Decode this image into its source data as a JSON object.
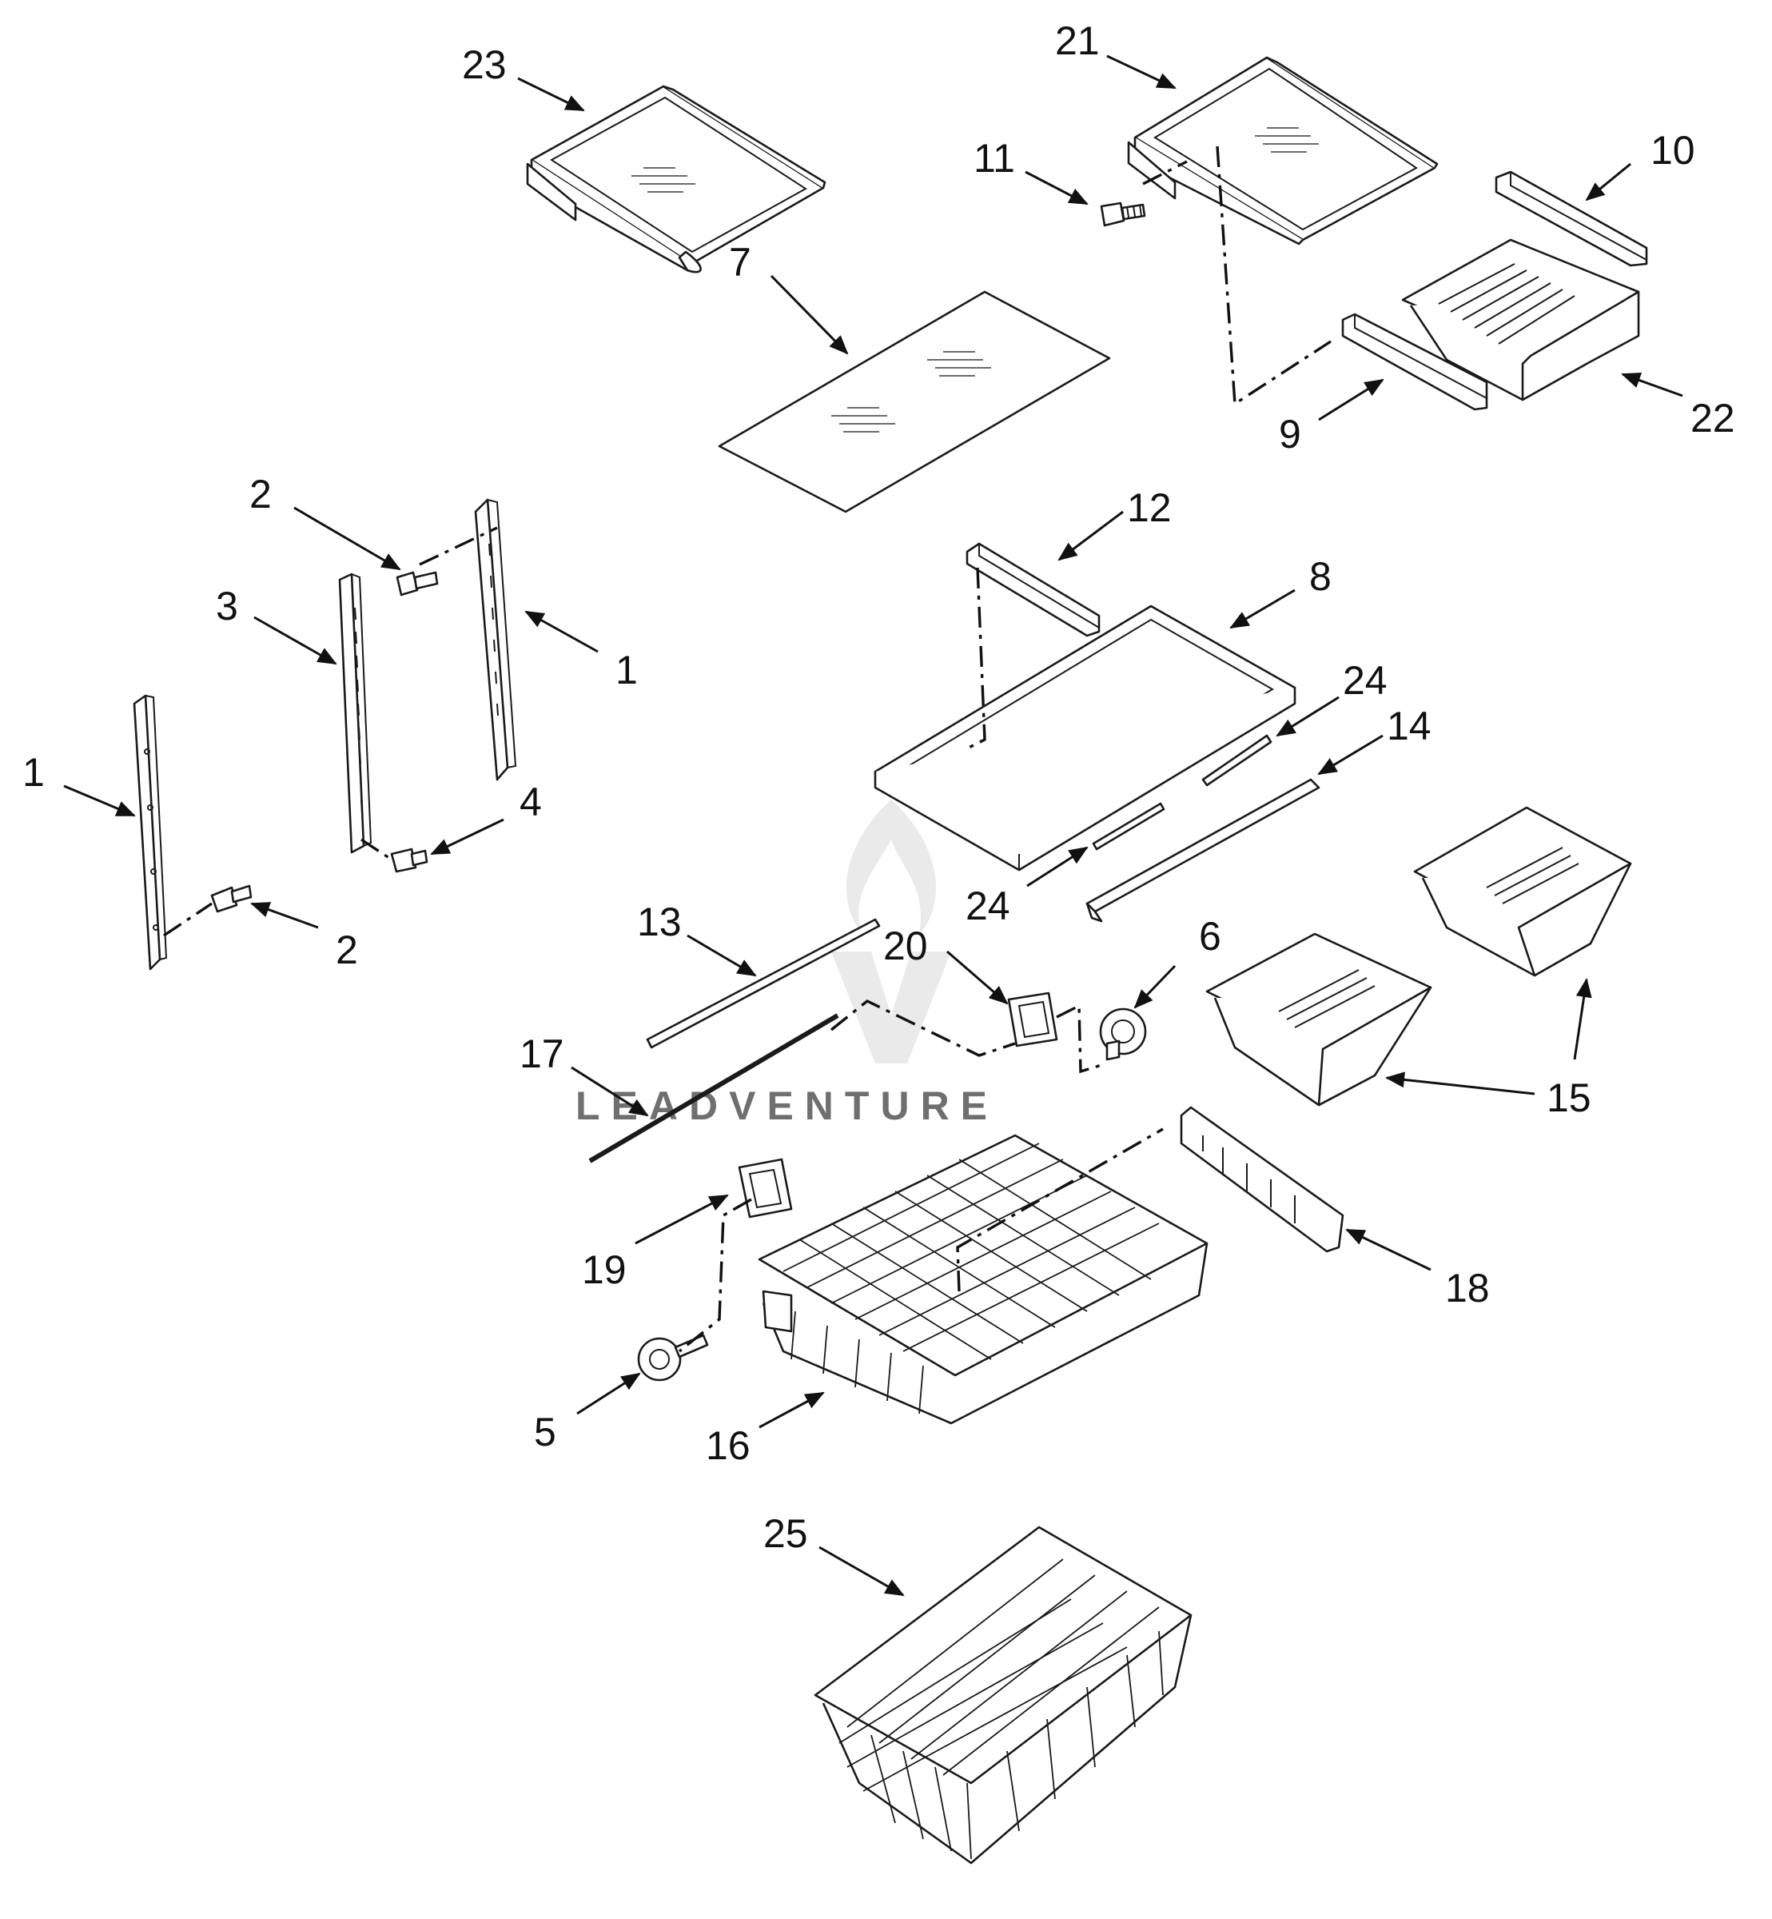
{
  "watermark": {
    "text": "LEADVENTURE",
    "icon": "flame-w-logo"
  },
  "callouts": [
    {
      "id": "c23a",
      "label": "23"
    },
    {
      "id": "c21",
      "label": "21"
    },
    {
      "id": "c11",
      "label": "11"
    },
    {
      "id": "c10",
      "label": "10"
    },
    {
      "id": "c7",
      "label": "7"
    },
    {
      "id": "c9",
      "label": "9"
    },
    {
      "id": "c22",
      "label": "22"
    },
    {
      "id": "c2a",
      "label": "2"
    },
    {
      "id": "c3",
      "label": "3"
    },
    {
      "id": "c1a",
      "label": "1"
    },
    {
      "id": "c1b",
      "label": "1"
    },
    {
      "id": "c4",
      "label": "4"
    },
    {
      "id": "c2b",
      "label": "2"
    },
    {
      "id": "c12",
      "label": "12"
    },
    {
      "id": "c8",
      "label": "8"
    },
    {
      "id": "c24a",
      "label": "24"
    },
    {
      "id": "c14",
      "label": "14"
    },
    {
      "id": "c24b",
      "label": "24"
    },
    {
      "id": "c13",
      "label": "13"
    },
    {
      "id": "c20",
      "label": "20"
    },
    {
      "id": "c6",
      "label": "6"
    },
    {
      "id": "c17",
      "label": "17"
    },
    {
      "id": "c15",
      "label": "15"
    },
    {
      "id": "c19",
      "label": "19"
    },
    {
      "id": "c18",
      "label": "18"
    },
    {
      "id": "c5",
      "label": "5"
    },
    {
      "id": "c16",
      "label": "16"
    },
    {
      "id": "c25",
      "label": "25"
    }
  ]
}
